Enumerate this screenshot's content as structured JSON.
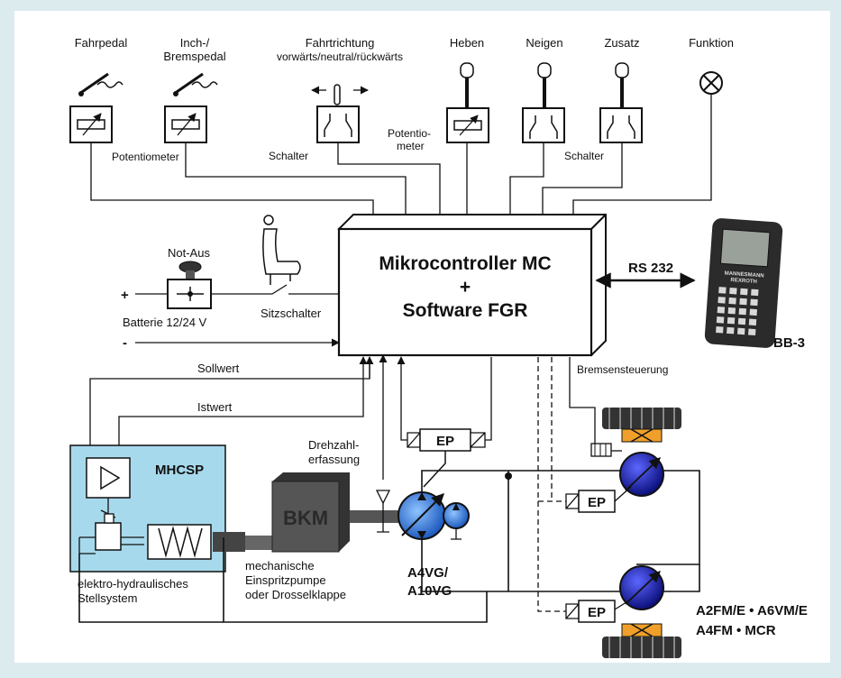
{
  "inputs": {
    "fahrpedal": "Fahrpedal",
    "inch_line1": "Inch-/",
    "inch_line2": "Bremspedal",
    "fahrtrichtung_line1": "Fahrtrichtung",
    "fahrtrichtung_line2": "vorwärts/neutral/rückwärts",
    "heben": "Heben",
    "neigen": "Neigen",
    "zusatz": "Zusatz",
    "funktion": "Funktion",
    "potentiometer": "Potentiometer",
    "schalter_left": "Schalter",
    "potentio_line1": "Potentio-",
    "potentio_line2": "meter",
    "schalter_right": "Schalter"
  },
  "controller": {
    "line1": "Mikrocontroller MC",
    "plus": "+",
    "line2": "Software FGR"
  },
  "power": {
    "not_aus": "Not-Aus",
    "plus": "+",
    "minus": "-",
    "batterie": "Batterie 12/24 V",
    "sitzschalter": "Sitzschalter"
  },
  "comm": {
    "rs232": "RS 232",
    "device": "BB-3",
    "device_brand_line1": "MANNESMANN",
    "device_brand_line2": "REXROTH"
  },
  "signals": {
    "sollwert": "Sollwert",
    "istwert": "Istwert",
    "drehzahl_line1": "Drehzahl-",
    "drehzahl_line2": "erfassung",
    "bremsensteuerung": "Bremsensteuerung"
  },
  "hydraulics": {
    "mhcsp": "MHCSP",
    "stell_line1": "elektro-hydraulisches",
    "stell_line2": "Stellsystem",
    "bkm": "BKM",
    "pump_line1": "mechanische",
    "pump_line2": "Einspritzpumpe",
    "pump_line3": "oder Drosselklappe",
    "ep": "EP",
    "a4vg_line1": "A4VG/",
    "a4vg_line2": "A10VG",
    "motors_line1": "A2FM/E • A6VM/E",
    "motors_line2": "A4FM • MCR"
  },
  "colors": {
    "background": "#dcebee",
    "mhcsp_box": "#a7d9ec",
    "pump_blue": "#2f6fd0",
    "motor_blue": "#1a1fa8",
    "brake_orange": "#f0a02a",
    "engine_block": "#555555"
  }
}
